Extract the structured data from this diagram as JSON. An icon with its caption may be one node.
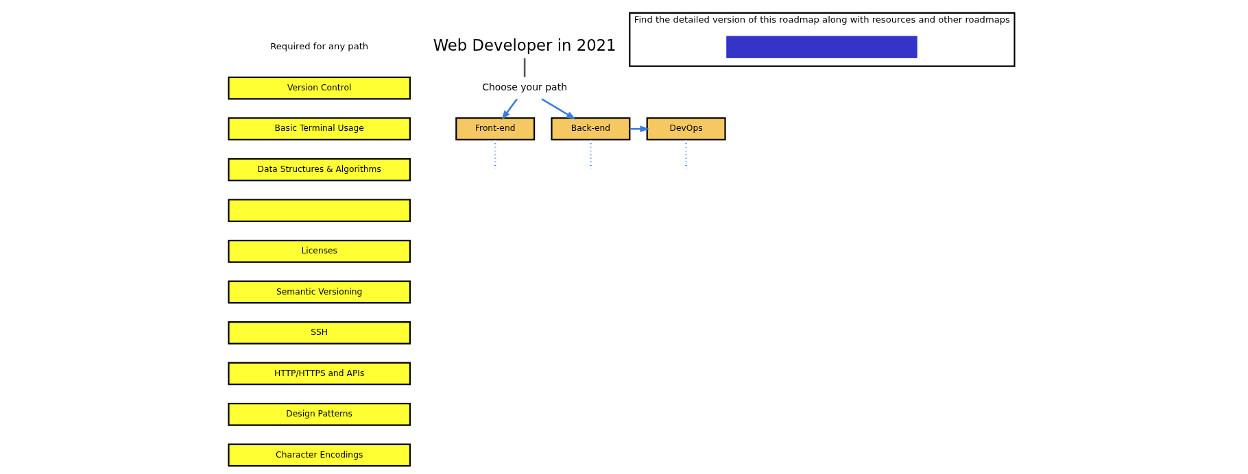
{
  "diagram": {
    "nodes": [
      {
        "text": [
          "Version Control"
        ]
      },
      {
        "text": [
          "Basic Terminal Usage"
        ]
      },
      {
        "text": [
          "Data Structures & Algorithms"
        ]
      },
      {
        "text": [],
        "shape": "box"
      },
      {
        "text": [
          "Licenses"
        ]
      },
      {
        "text": [
          "Semantic Versioning"
        ]
      },
      {
        "text": [
          "SSH"
        ]
      },
      {
        "text": [
          "HTTP/HTTPS and APIs"
        ]
      },
      {
        "text": [
          "Design Patterns"
        ]
      },
      {
        "text": [
          "Character Encodings"
        ]
      },
      {
        "text": [
          "Web Developer in 2021"
        ]
      },
      {
        "text": [
          "Choose your path"
        ]
      },
      {
        "text": [
          "Front-end"
        ]
      },
      {
        "text": [
          "Back-end"
        ]
      },
      {
        "text": [
          "DevOps"
        ]
      },
      {
        "text": [
          "Find the detailed version of this roadmap along with resources and other roadmaps"
        ]
      },
      {
        "text": [],
        "shape": "box",
        "in": 15
      }
    ],
    "edges": [
      {
        "from": 10,
        "to": 11,
        "arrow": "none",
        "color": "#555555"
      },
      {
        "from": 11,
        "to": 12,
        "arrow": "to"
      },
      {
        "from": 11,
        "to": 13,
        "arrow": "to"
      },
      {
        "from": 13,
        "to": 14,
        "arrow": "to"
      },
      {
        "from": 12,
        "to": null,
        "arrow": "none",
        "style": "dashed"
      },
      {
        "from": 13,
        "to": null,
        "arrow": "none",
        "style": "dashed"
      },
      {
        "from": 14,
        "to": null,
        "arrow": "none",
        "style": "dashed"
      }
    ],
    "labels": [
      "Required for any path"
    ]
  }
}
